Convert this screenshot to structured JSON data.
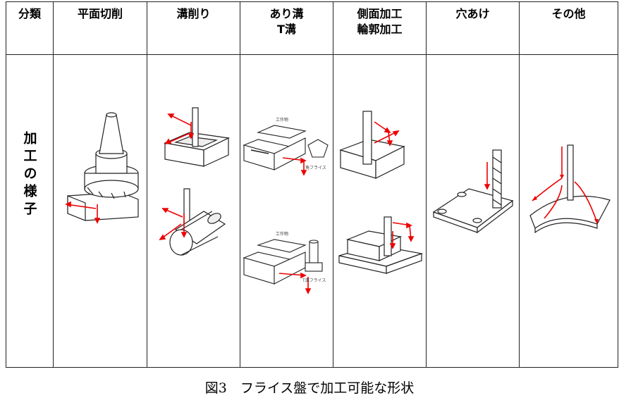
{
  "table": {
    "headers": [
      "分類",
      "平面切削",
      "溝削り",
      "あり溝\nT溝",
      "側面加工\n輪郭加工",
      "穴あけ",
      "その他"
    ],
    "row_label": "加工の様子",
    "labels": {
      "workpiece": "工作物",
      "angle_cutter": "角フライス",
      "t_slot_cutter": "T溝フライス"
    }
  },
  "caption": "図3　フライス盤で加工可能な形状",
  "colors": {
    "arrow": "#e00000",
    "line": "#222222"
  }
}
